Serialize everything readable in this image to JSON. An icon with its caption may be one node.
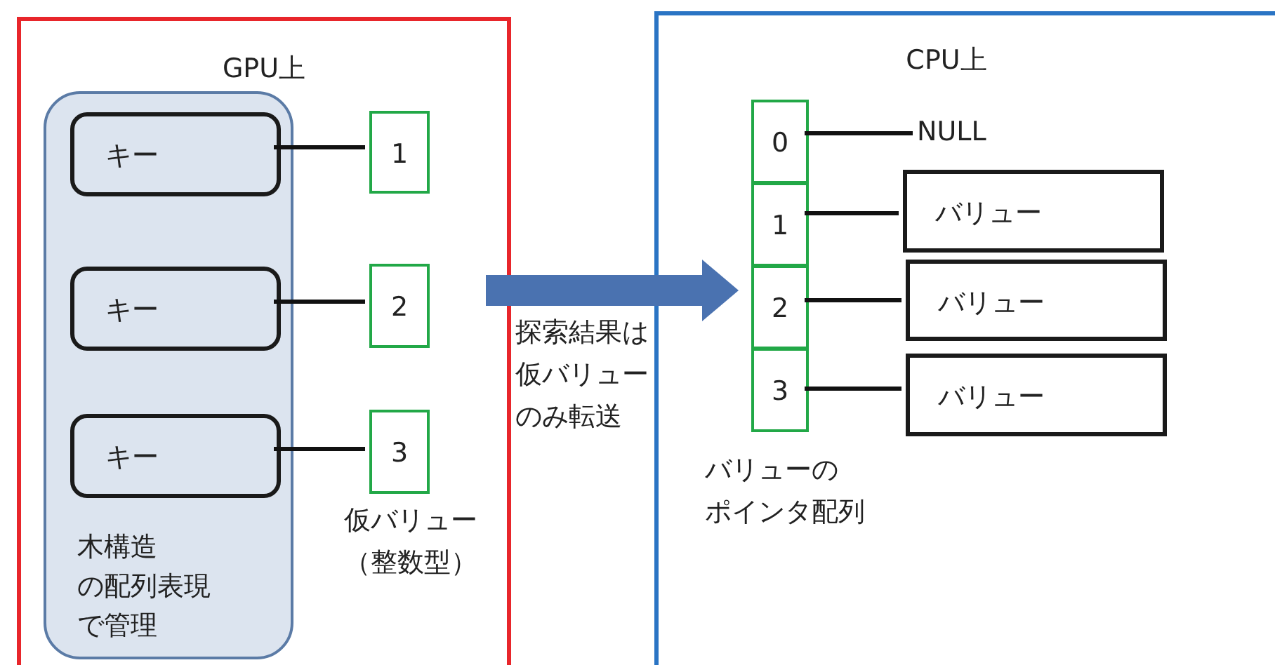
{
  "diagram": {
    "nodes": [
      {
        "text": [
          "GPU上"
        ]
      },
      {
        "text": [
          "木構造の配列表現で管理"
        ],
        "in": 0
      },
      {
        "text": [
          "キー"
        ],
        "in": 1
      },
      {
        "text": [
          "キー"
        ],
        "in": 1
      },
      {
        "text": [
          "キー"
        ],
        "in": 1
      },
      {
        "text": [
          "1"
        ],
        "in": 0
      },
      {
        "text": [
          "2"
        ],
        "in": 0
      },
      {
        "text": [
          "3"
        ],
        "in": 0
      },
      {
        "text": [
          "CPU上"
        ]
      },
      {
        "text": [
          "0"
        ],
        "in": 8
      },
      {
        "text": [
          "1"
        ],
        "in": 8
      },
      {
        "text": [
          "2"
        ],
        "in": 8
      },
      {
        "text": [
          "3"
        ],
        "in": 8
      },
      {
        "text": [
          "NULL"
        ],
        "in": 8
      },
      {
        "text": [
          "バリュー"
        ],
        "in": 8
      },
      {
        "text": [
          "バリュー"
        ],
        "in": 8
      },
      {
        "text": [
          "バリュー"
        ],
        "in": 8
      }
    ],
    "edges": [
      {
        "from": 2,
        "to": 5,
        "arrow": "none"
      },
      {
        "from": 3,
        "to": 6,
        "arrow": "none"
      },
      {
        "from": 4,
        "to": 7,
        "arrow": "none"
      },
      {
        "from": 0,
        "to": 11,
        "arrow": "to",
        "label": "探索結果は仮バリューのみ転送",
        "style": "thick",
        "color": "#4a72b0"
      },
      {
        "from": 9,
        "to": 13,
        "arrow": "none"
      },
      {
        "from": 10,
        "to": 14,
        "arrow": "none"
      },
      {
        "from": 11,
        "to": 15,
        "arrow": "none"
      },
      {
        "from": 12,
        "to": 16,
        "arrow": "none"
      }
    ],
    "labels": [
      "仮バリュー（整数型）",
      "バリューのポインタ配列"
    ]
  }
}
